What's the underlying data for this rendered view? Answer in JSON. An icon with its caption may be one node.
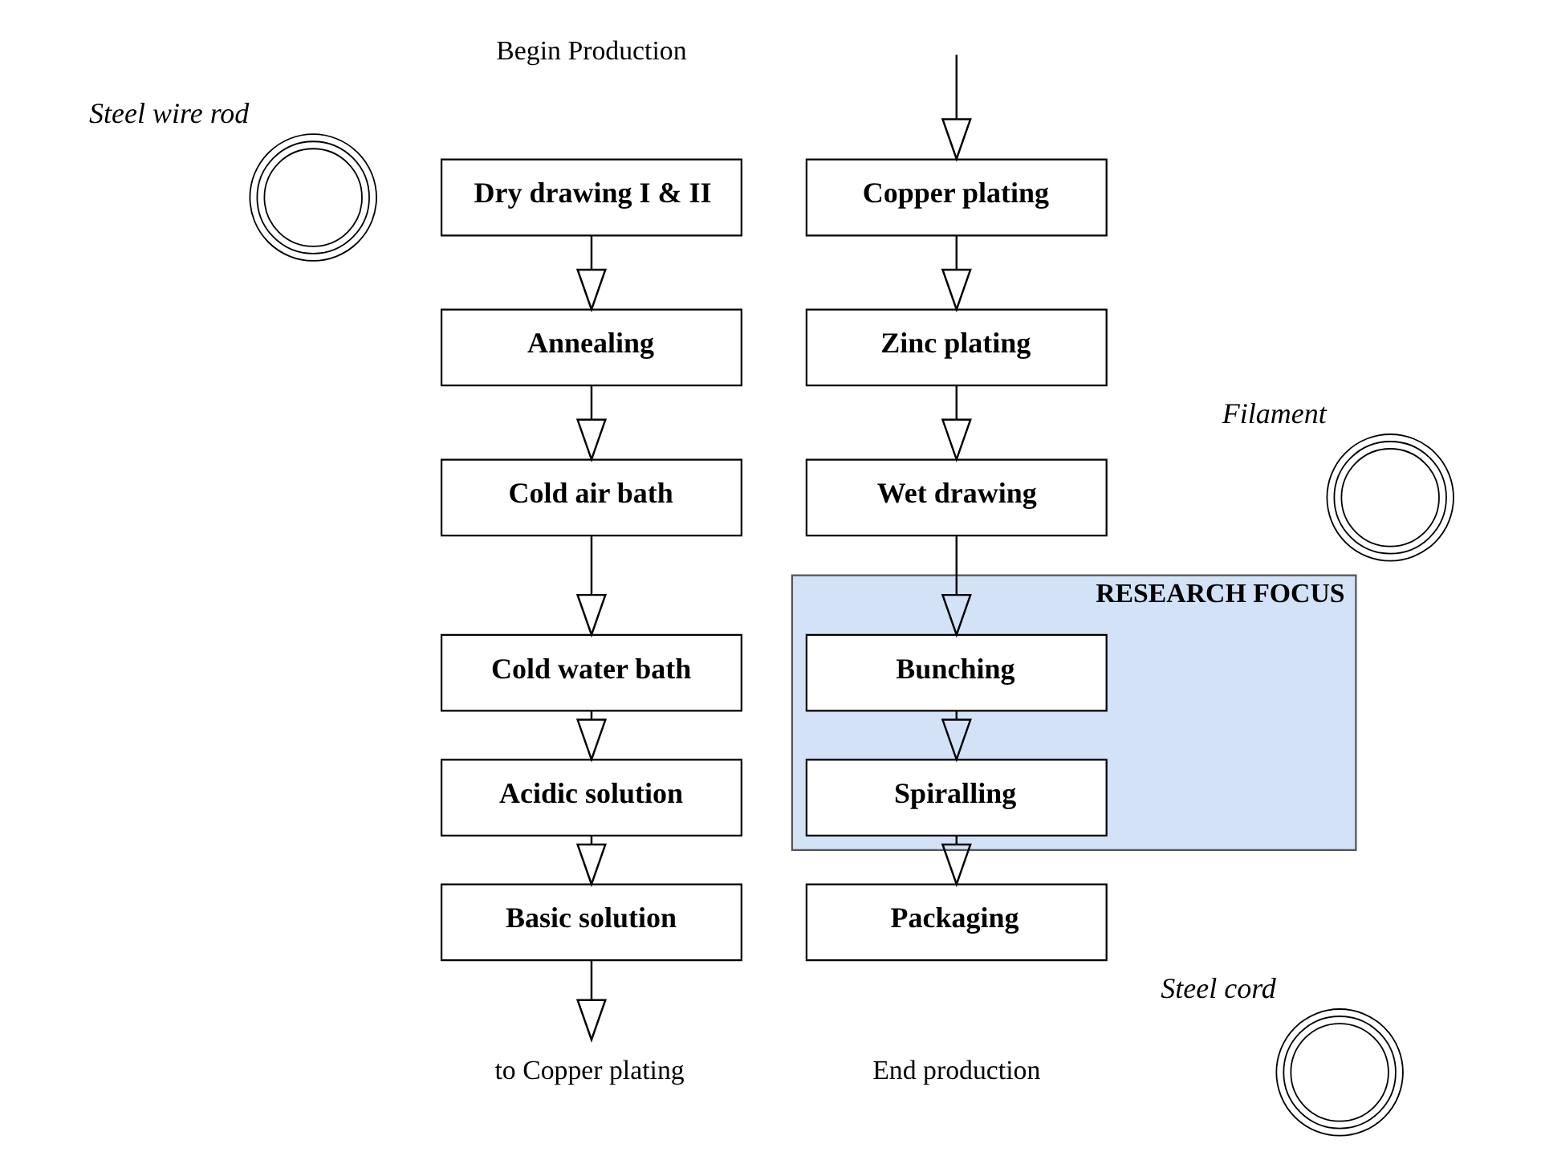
{
  "diagram": {
    "nodes": [
      {
        "text": [],
        "shape": "picture",
        "beside": [
          "Steel wire rod"
        ]
      },
      {
        "text": [
          "Dry drawing I & II"
        ]
      },
      {
        "text": [
          "Annealing"
        ]
      },
      {
        "text": [
          "Cold air bath"
        ]
      },
      {
        "text": [
          "Cold water bath"
        ]
      },
      {
        "text": [
          "Acidic solution"
        ]
      },
      {
        "text": [
          "Basic solution"
        ]
      },
      {
        "text": [
          "to Copper plating"
        ]
      },
      {
        "text": [
          "Copper plating"
        ]
      },
      {
        "text": [
          "Zinc plating"
        ]
      },
      {
        "text": [
          "Wet drawing"
        ]
      },
      {
        "text": [
          "RESEARCH FOCUS"
        ]
      },
      {
        "text": [
          "Bunching"
        ],
        "in": 11
      },
      {
        "text": [
          "Spiralling"
        ],
        "in": 11
      },
      {
        "text": [
          "Packaging"
        ]
      },
      {
        "text": [],
        "shape": "picture",
        "beside": [
          "Filament"
        ]
      },
      {
        "text": [],
        "shape": "picture",
        "beside": [
          "Steel cord"
        ]
      }
    ],
    "edges": [
      {
        "from": 1,
        "to": 2,
        "arrow": "to"
      },
      {
        "from": 2,
        "to": 3,
        "arrow": "to"
      },
      {
        "from": 3,
        "to": 4,
        "arrow": "to"
      },
      {
        "from": 4,
        "to": 5,
        "arrow": "to"
      },
      {
        "from": 5,
        "to": 6,
        "arrow": "to"
      },
      {
        "from": 6,
        "to": 7,
        "arrow": "to"
      },
      {
        "from": null,
        "to": 8,
        "arrow": "to"
      },
      {
        "from": 8,
        "to": 9,
        "arrow": "to"
      },
      {
        "from": 9,
        "to": 10,
        "arrow": "to"
      },
      {
        "from": 10,
        "to": 12,
        "arrow": "to"
      },
      {
        "from": 12,
        "to": 13,
        "arrow": "to"
      },
      {
        "from": 13,
        "to": 14,
        "arrow": "to"
      }
    ],
    "labels": [
      "Begin Production",
      "End production"
    ]
  }
}
